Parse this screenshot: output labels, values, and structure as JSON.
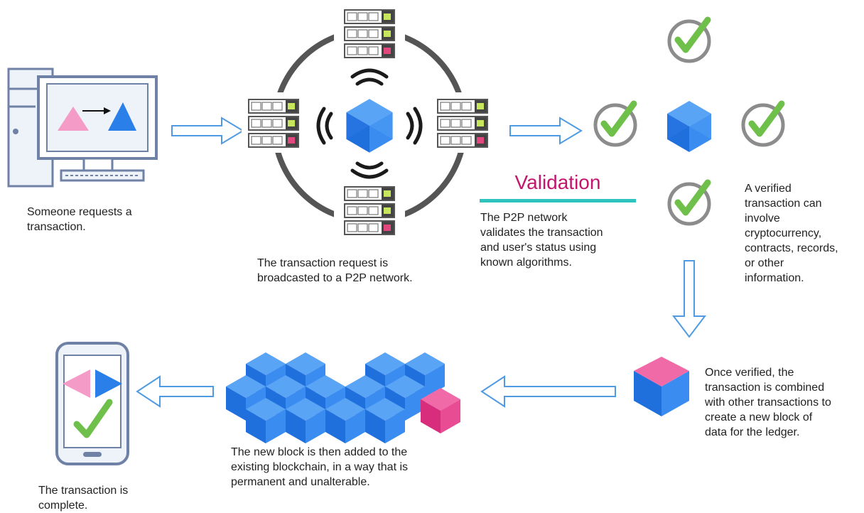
{
  "captions": {
    "request": "Someone requests a\ntransaction.",
    "broadcast": "The transaction request is\nbroadcasted to a P2P network.",
    "validate": "The P2P network\nvalidates the transaction\nand user's status using\nknown algorithms.",
    "verified": "A verified\ntransaction can\ninvolve\ncryptocurrency,\ncontracts, records,\nor other\ninformation.",
    "combined": "Once verified, the\ntransaction is combined\nwith other transactions to\ncreate a new block of\ndata for the ledger.",
    "added": "The new block is then added to the\nexisting blockchain, in a way that is\npermanent and unalterable.",
    "complete": "The transaction is\ncomplete."
  },
  "validation_label": "Validation",
  "colors": {
    "cube_top": "#5aa4f5",
    "cube_left": "#1f6fdc",
    "cube_right": "#3a8cf0",
    "pink_top": "#f06aa8",
    "pink_left": "#d82c7c",
    "pink_right": "#e84d94",
    "check": "#6ec04a",
    "ring": "#8c8c8c",
    "validation_text": "#c2166d",
    "validation_underline": "#2ec4bd",
    "device_frame": "#6f82a6",
    "device_fill": "#eef2f9",
    "triangle_pink": "#f49bc8",
    "triangle_blue": "#2a7fe8",
    "arrow_stroke": "#4f9be3",
    "server_green": "#c7e65b",
    "server_pink": "#e2477f"
  },
  "icons": [
    "computer-icon",
    "server-icon",
    "wifi-signal-icon",
    "checkmark-icon",
    "cube-icon",
    "phone-icon",
    "arrow-icon"
  ]
}
